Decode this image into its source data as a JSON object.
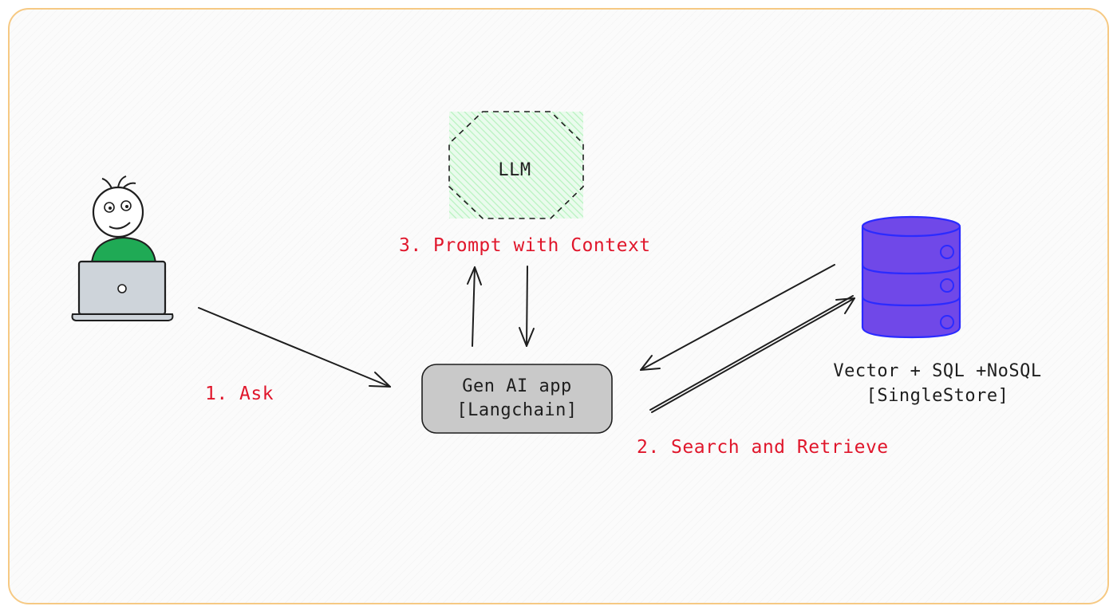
{
  "nodes": {
    "llm": {
      "label": "LLM",
      "fill": "#b2f2bb"
    },
    "app": {
      "line1": "Gen AI app",
      "line2": "[Langchain]",
      "fill": "#c9c9c9"
    },
    "db": {
      "line1": "Vector + SQL +NoSQL",
      "line2": "[SingleStore]",
      "fill": "#7048e8"
    },
    "user": {
      "shirt": "#1faa55",
      "laptop": "#ced4da"
    }
  },
  "edges": {
    "ask": "1. Ask",
    "search": "2. Search and Retrieve",
    "prompt": "3. Prompt with Context"
  },
  "colors": {
    "label_red": "#e0162b",
    "border": "#f6c983",
    "stroke": "#1e1e1e"
  }
}
